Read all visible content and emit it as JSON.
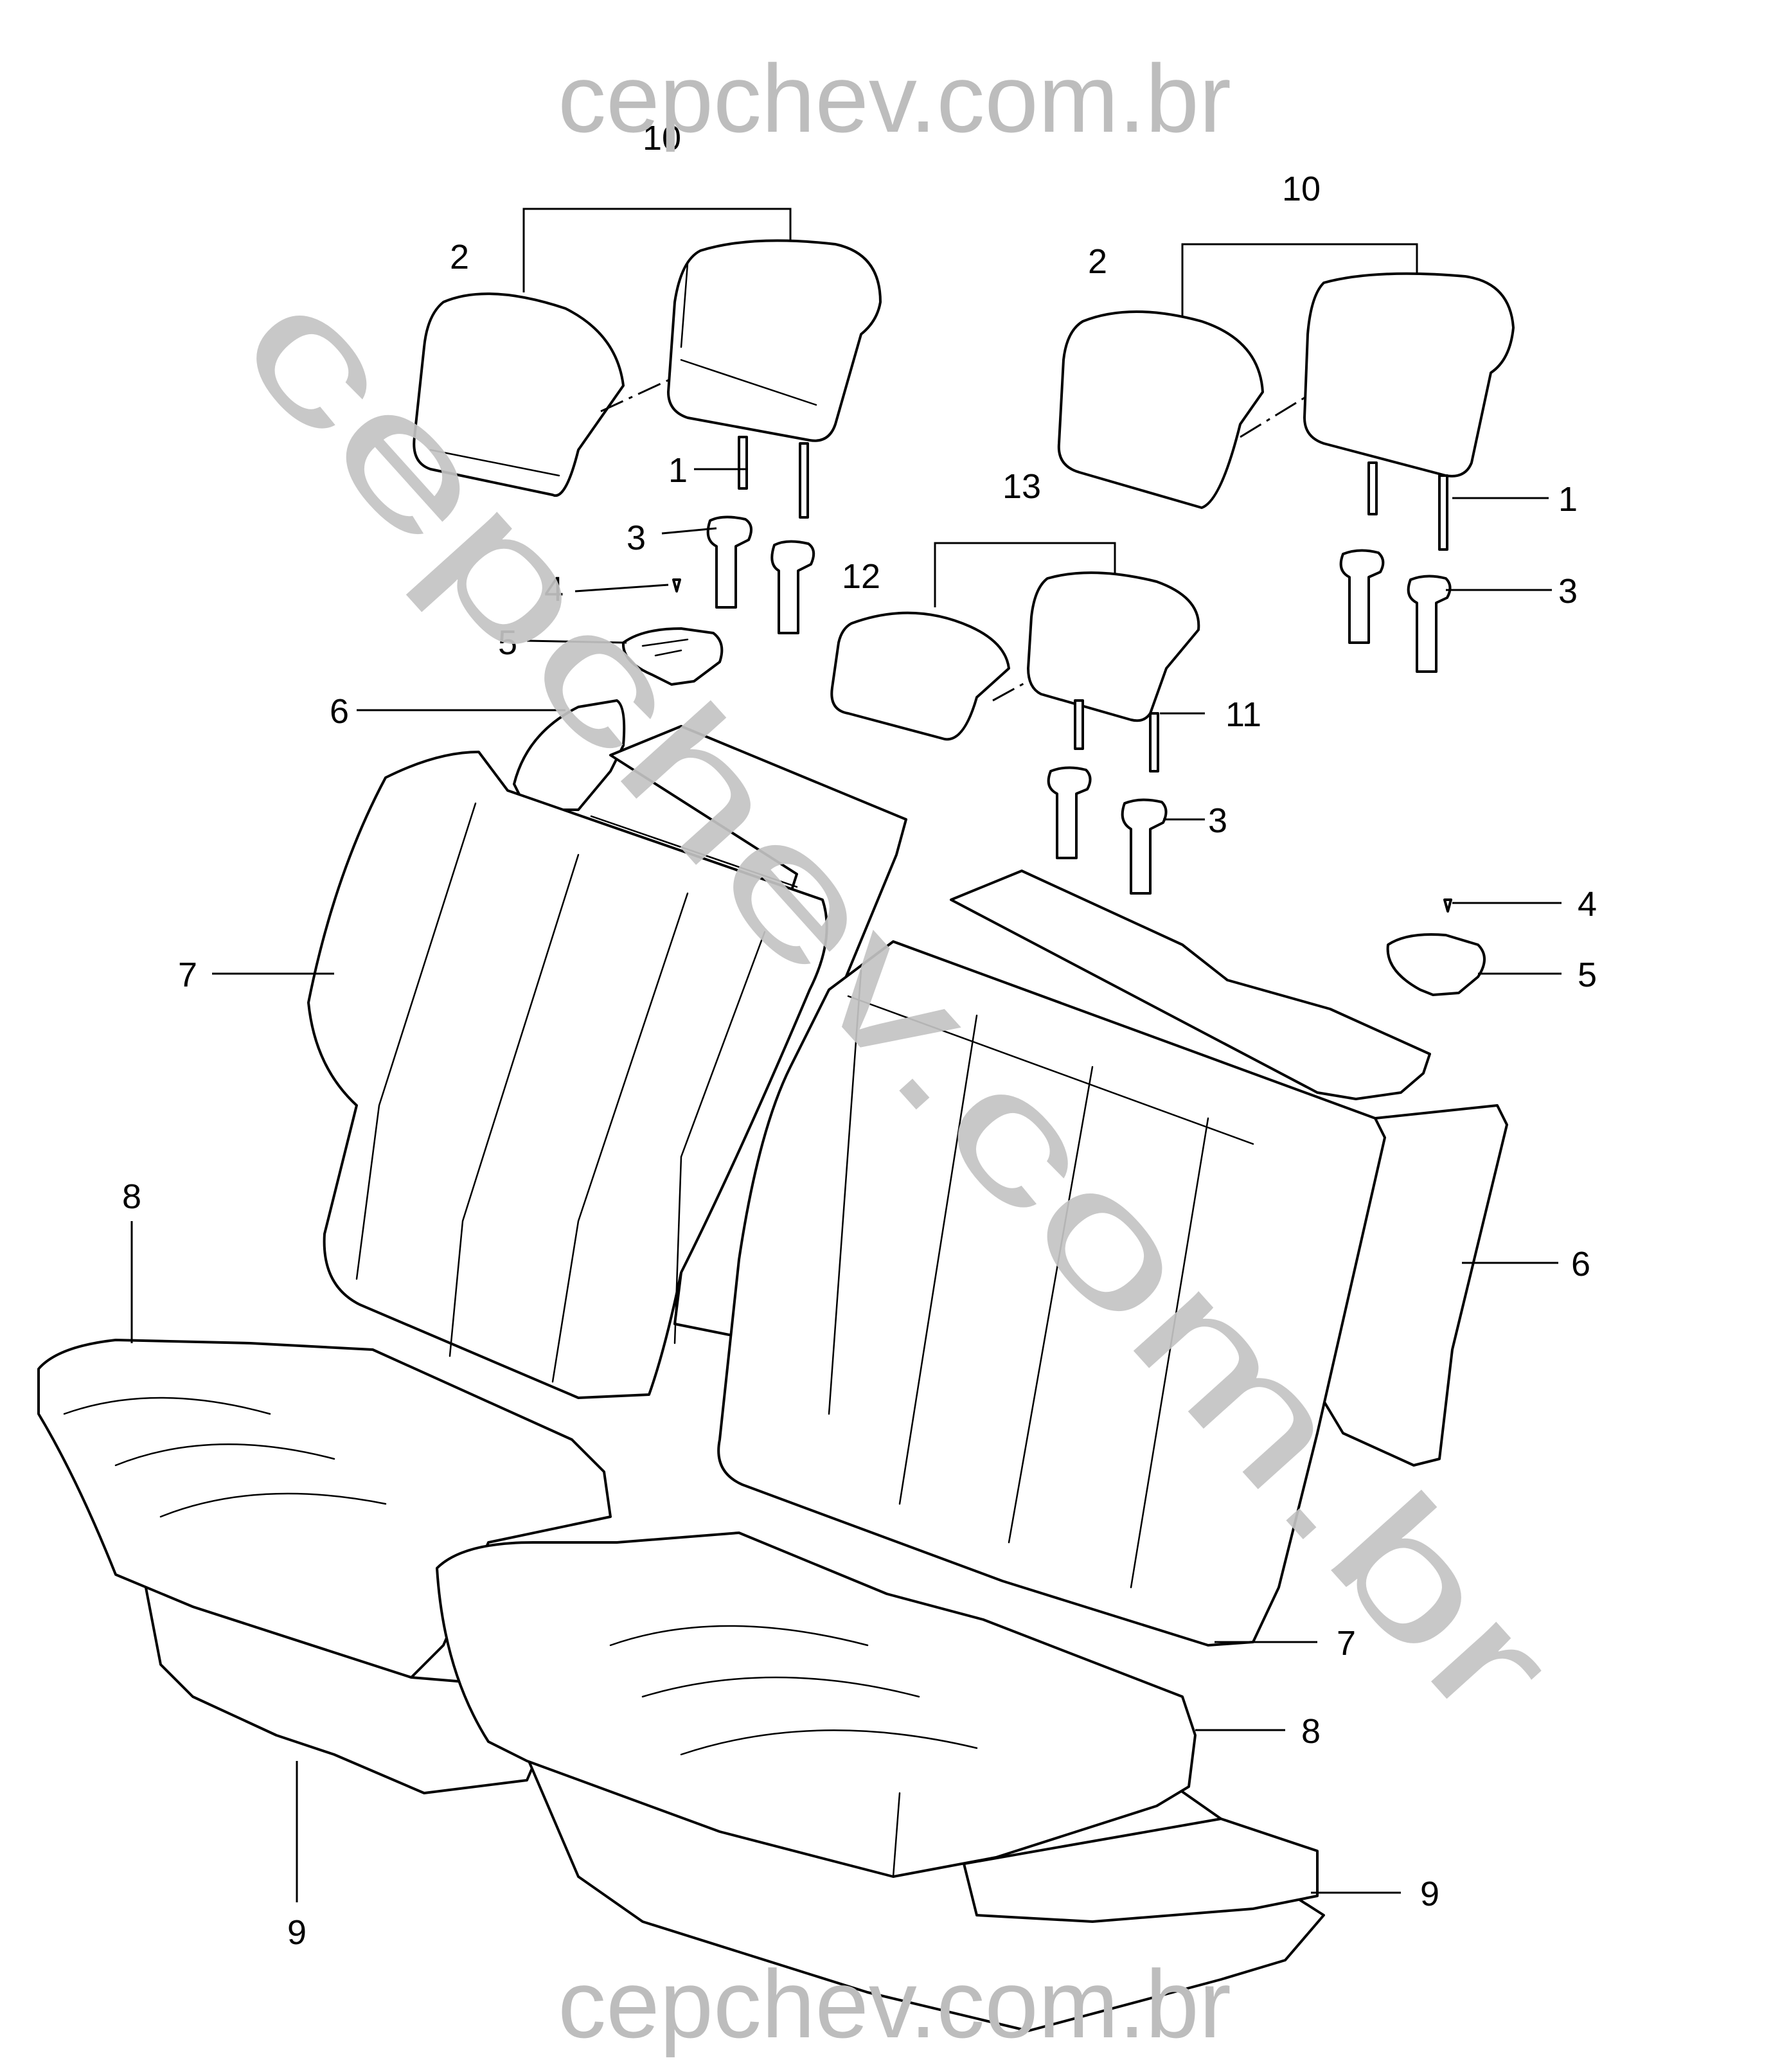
{
  "watermark": {
    "top": "cepchev.com.br",
    "bottom": "cepchev.com.br",
    "diagonal": "cepchev.com.br"
  },
  "callouts": {
    "c10_left": "10",
    "c2_left": "2",
    "c1_left": "1",
    "c3_left": "3",
    "c4_left": "4",
    "c5_left": "5",
    "c6_left": "6",
    "c7_left": "7",
    "c8_left": "8",
    "c9_left": "9",
    "c10_right": "10",
    "c2_right": "2",
    "c1_right": "1",
    "c3_right": "3",
    "c13": "13",
    "c12": "12",
    "c11": "11",
    "c3_center": "3",
    "c4_right": "4",
    "c5_right": "5",
    "c6_right": "6",
    "c7_right": "7",
    "c8_right": "8",
    "c9_right": "9"
  }
}
